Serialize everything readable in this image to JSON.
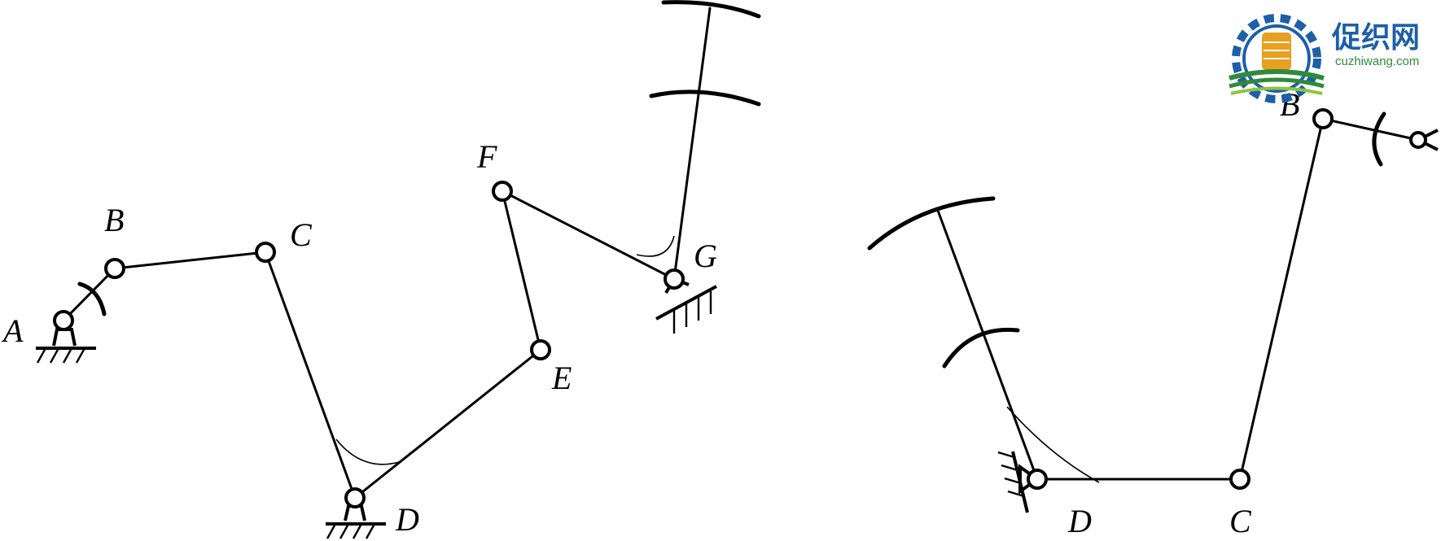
{
  "diagram": {
    "left_mechanism": {
      "labels": {
        "A": "A",
        "B": "B",
        "C": "C",
        "D": "D",
        "E": "E",
        "F": "F",
        "G": "G"
      }
    },
    "right_mechanism": {
      "labels": {
        "B": "B",
        "C": "C",
        "D": "D"
      }
    }
  },
  "watermark": {
    "name": "促织网",
    "url": "cuzhiwang.com",
    "colors": {
      "blue": "#1d5fa8",
      "green": "#2f8a3a",
      "gold": "#e8a020"
    }
  }
}
